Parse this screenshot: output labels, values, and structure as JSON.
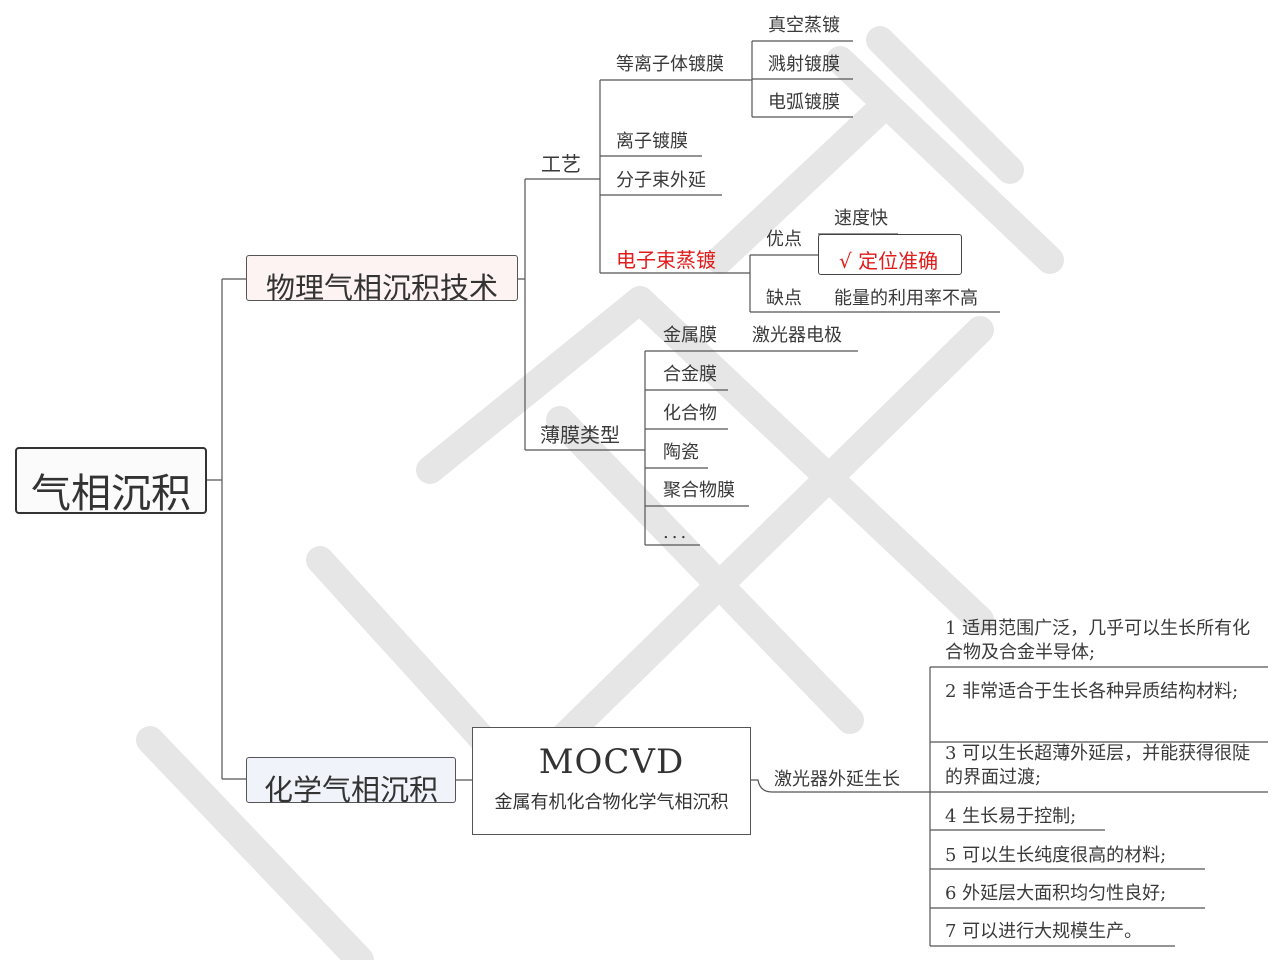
{
  "root": "气相沉积",
  "physical": {
    "title": "物理气相沉积技术",
    "process": {
      "label": "工艺",
      "plasma": {
        "label": "等离子体镀膜",
        "items": [
          "真空蒸镀",
          "溅射镀膜",
          "电弧镀膜"
        ]
      },
      "ion": "离子镀膜",
      "mbe": "分子束外延",
      "ebeam": {
        "label": "电子束蒸镀",
        "pros_label": "优点",
        "pros": [
          "速度快",
          "√ 定位准确"
        ],
        "cons_label": "缺点",
        "cons": "能量的利用率不高"
      }
    },
    "films": {
      "label": "薄膜类型",
      "metal": "金属膜",
      "metal_use": "激光器电极",
      "items": [
        "合金膜",
        "化合物",
        "陶瓷",
        "聚合物膜",
        "..."
      ]
    }
  },
  "chemical": {
    "title": "化学气相沉积",
    "mocvd": {
      "name": "MOCVD",
      "full": "金属有机化合物化学气相沉积"
    },
    "app": "激光器外延生长",
    "features": [
      "1 适用范围广泛，几乎可以生长所有化合物及合金半导体;",
      "2 非常适合于生长各种异质结构材料;",
      "3 可以生长超薄外延层，并能获得很陡的界面过渡;",
      "4 生长易于控制;",
      "5 可以生长纯度很高的材料;",
      "6 外延层大面积均匀性良好;",
      "7 可以进行大规模生产。"
    ]
  },
  "colors": {
    "highlight": "#e21b1b",
    "line": "#555555",
    "physical_bg": "#fdf3f3",
    "chemical_bg": "#f0f4fa"
  }
}
